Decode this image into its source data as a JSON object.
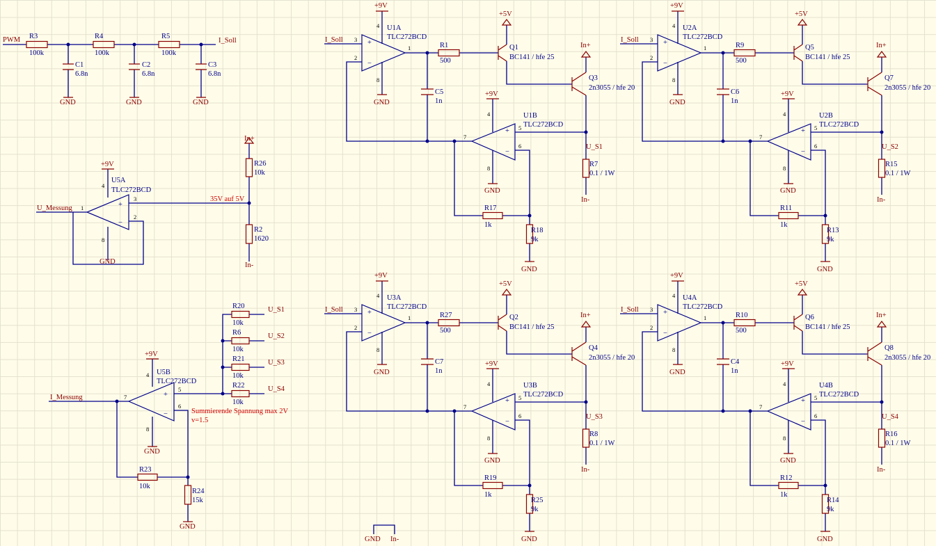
{
  "supply": {
    "p9": "+9V",
    "p5": "+5V",
    "gnd": "GND",
    "in_plus": "In+",
    "in_minus": "In-"
  },
  "opamp_part": "TLC272BCD",
  "pins": {
    "plus": "+",
    "minus": "−",
    "p1": "1",
    "p2": "2",
    "p3": "3",
    "p4": "4",
    "p5": "5",
    "p6": "6",
    "p7": "7",
    "p8": "8"
  },
  "filter": {
    "pwm": "PWM",
    "out": "I_Soll",
    "r3": "R3",
    "r3v": "100k",
    "r4": "R4",
    "r4v": "100k",
    "r5": "R5",
    "r5v": "100k",
    "c1": "C1",
    "c1v": "6.8n",
    "c2": "C2",
    "c2v": "6.8n",
    "c3": "C3",
    "c3v": "6.8n"
  },
  "measure": {
    "u5a": "U5A",
    "out": "U_Messung",
    "note": "35V auf 5V",
    "r26": "R26",
    "r26v": "10k",
    "r2": "R2",
    "r2v": "1620"
  },
  "summer": {
    "u5b": "U5B",
    "out": "I_Messung",
    "r20": "R20",
    "r20v": "10k",
    "s1": "U_S1",
    "r6": "R6",
    "r6v": "10k",
    "s2": "U_S2",
    "r21": "R21",
    "r21v": "10k",
    "s3": "U_S3",
    "r22": "R22",
    "r22v": "10k",
    "s4": "U_S4",
    "note1": "Summierende Spannung max 2V",
    "note2": "v=1.5",
    "r23": "R23",
    "r23v": "10k",
    "r24": "R24",
    "r24v": "15k"
  },
  "ch1": {
    "ua": "U1A",
    "ub": "U1B",
    "in": "I_Soll",
    "r1": "R1",
    "r1v": "500",
    "c": "C5",
    "cv": "1n",
    "q1": "Q1",
    "q1v": "BC141 / hfe 25",
    "q3": "Q3",
    "q3v": "2n3055 / hfe 20",
    "us": "U_S1",
    "rs": "R7",
    "rsv": "0.1 / 1W",
    "rf": "R17",
    "rfv": "1k",
    "rg": "R18",
    "rgv": "9k"
  },
  "ch2": {
    "ua": "U2A",
    "ub": "U2B",
    "in": "I_Soll",
    "r1": "R9",
    "r1v": "500",
    "c": "C6",
    "cv": "1n",
    "q1": "Q5",
    "q1v": "BC141 / hfe 25",
    "q3": "Q7",
    "q3v": "2n3055 / hfe 20",
    "us": "U_S2",
    "rs": "R15",
    "rsv": "0.1 / 1W",
    "rf": "R11",
    "rfv": "1k",
    "rg": "R13",
    "rgv": "9k"
  },
  "ch3": {
    "ua": "U3A",
    "ub": "U3B",
    "in": "I_Soll",
    "r1": "R27",
    "r1v": "500",
    "c": "C7",
    "cv": "1n",
    "q1": "Q2",
    "q1v": "BC141 / hfe 25",
    "q3": "Q4",
    "q3v": "2n3055 / hfe 20",
    "us": "U_S3",
    "rs": "R8",
    "rsv": "0.1 / 1W",
    "rf": "R19",
    "rfv": "1k",
    "rg": "R25",
    "rgv": "9k"
  },
  "ch4": {
    "ua": "U4A",
    "ub": "U4B",
    "in": "I_Soll",
    "r1": "R10",
    "r1v": "500",
    "c": "C4",
    "cv": "1n",
    "q1": "Q6",
    "q1v": "BC141 / hfe 25",
    "q3": "Q8",
    "q3v": "2n3055 / hfe 20",
    "us": "U_S4",
    "rs": "R16",
    "rsv": "0.1 / 1W",
    "rf": "R12",
    "rfv": "1k",
    "rg": "R14",
    "rgv": "9k"
  },
  "colors": {
    "wire": "#00008a",
    "component": "#8a0000",
    "annotation": "#d00000",
    "background": "#fffde9"
  }
}
